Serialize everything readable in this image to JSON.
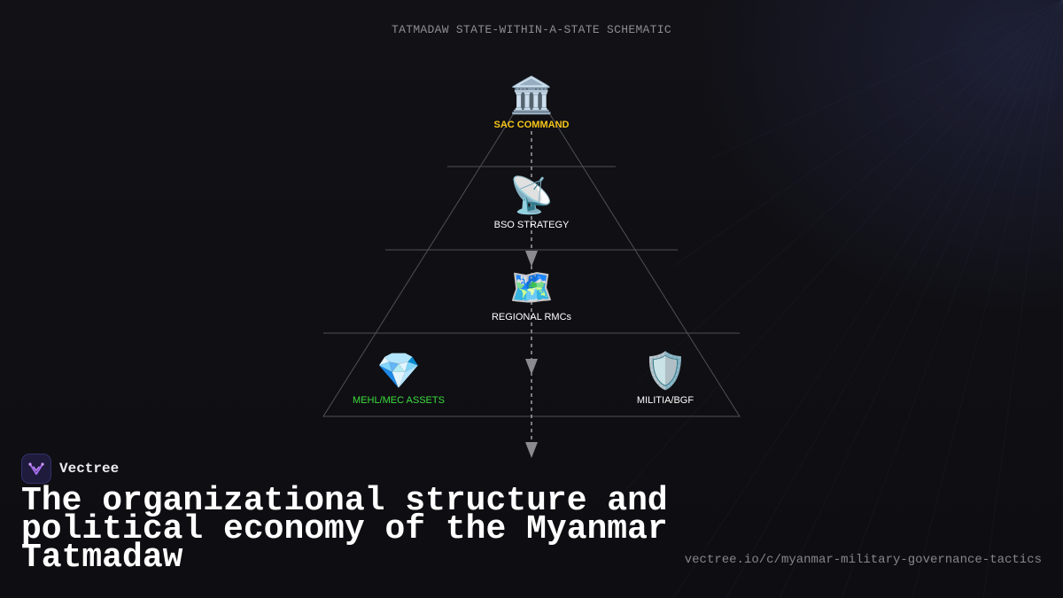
{
  "diagram": {
    "title": "TATMADAW STATE-WITHIN-A-STATE SCHEMATIC",
    "nodes": [
      {
        "id": "sac",
        "icon": "classical-building-icon",
        "emoji": "🏛️",
        "label": "SAC COMMAND",
        "color": "#f5c518"
      },
      {
        "id": "bso",
        "icon": "satellite-dish-icon",
        "emoji": "📡",
        "label": "BSO STRATEGY",
        "color": "#ffffff"
      },
      {
        "id": "rmc",
        "icon": "world-map-icon",
        "emoji": "🗺️",
        "label": "REGIONAL RMCs",
        "color": "#ffffff"
      },
      {
        "id": "mehl",
        "icon": "gem-icon",
        "emoji": "💎",
        "label": "MEHL/MEC ASSETS",
        "color": "#3ddc3d"
      },
      {
        "id": "militia",
        "icon": "shield-icon",
        "emoji": "🛡️",
        "label": "MILITIA/BGF",
        "color": "#ffffff"
      }
    ]
  },
  "brand": {
    "name": "Vectree",
    "logo_icon": "vectree-logo-icon"
  },
  "headline": "The organizational structure and political economy of the Myanmar Tatmadaw",
  "source_url": "vectree.io/c/myanmar-military-governance-tactics",
  "colors": {
    "background": "#0f0f13",
    "accent_yellow": "#f5c518",
    "accent_green": "#3ddc3d",
    "line": "#5a5a62"
  }
}
